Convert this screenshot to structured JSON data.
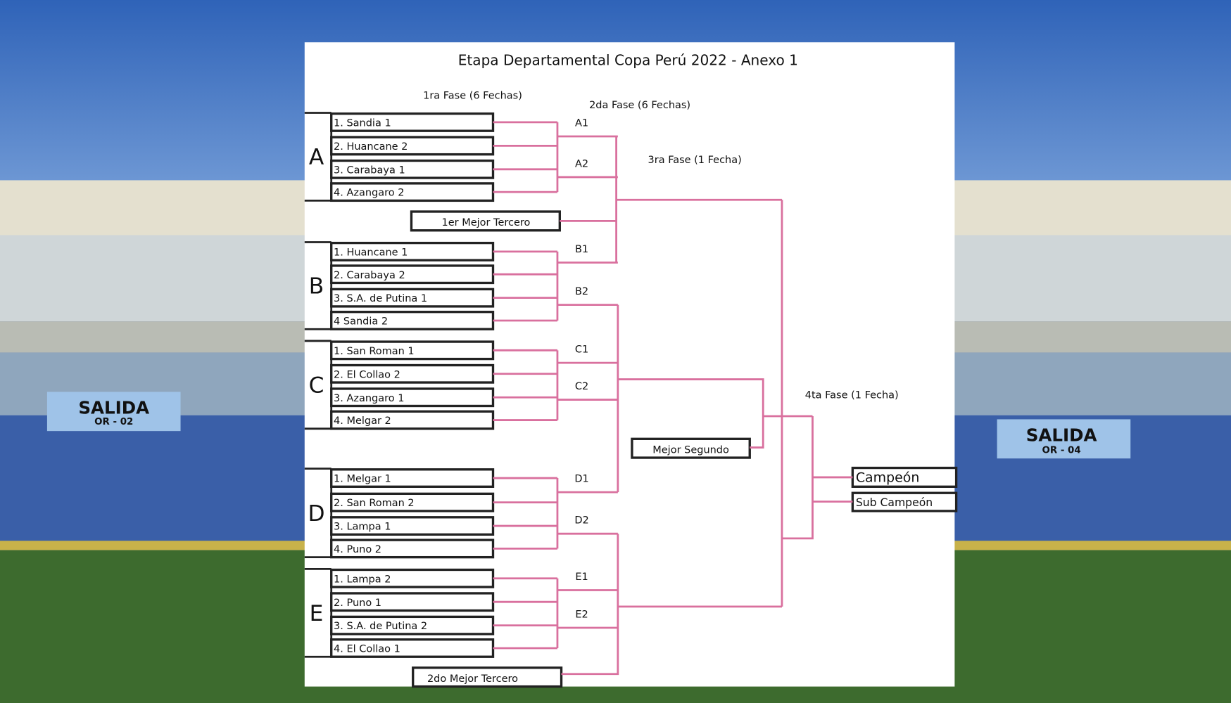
{
  "title": "Etapa Departamental Copa Perú 2022 - Anexo 1",
  "phases": {
    "phase1": "1ra Fase (6 Fechas)",
    "phase2": "2da Fase (6 Fechas)",
    "phase3": "3ra Fase (1 Fecha)",
    "phase4": "4ta Fase (1 Fecha)"
  },
  "groups": [
    {
      "letter": "A",
      "teams": [
        "1. Sandia 1",
        "2. Huancane 2",
        "3. Carabaya 1",
        "4. Azangaro 2"
      ],
      "slots": [
        "A1",
        "A2"
      ]
    },
    {
      "letter": "B",
      "teams": [
        "1. Huancane 1",
        "2. Carabaya 2",
        "3. S.A. de Putina 1",
        "4 Sandia 2"
      ],
      "slots": [
        "B1",
        "B2"
      ]
    },
    {
      "letter": "C",
      "teams": [
        "1. San Roman 1",
        "2. El Collao 2",
        "3. Azangaro 1",
        "4. Melgar 2"
      ],
      "slots": [
        "C1",
        "C2"
      ]
    },
    {
      "letter": "D",
      "teams": [
        "1. Melgar 1",
        "2. San Roman 2",
        "3. Lampa 1",
        "4. Puno 2"
      ],
      "slots": [
        "D1",
        "D2"
      ]
    },
    {
      "letter": "E",
      "teams": [
        "1. Lampa 2",
        "2. Puno 1",
        "3. S.A. de Putina 2",
        "4. El Collao 1"
      ],
      "slots": [
        "E1",
        "E2"
      ]
    }
  ],
  "extras": {
    "first_best_third": "1er Mejor Tercero",
    "second_best_third": "2do Mejor Tercero",
    "best_second": "Mejor Segundo",
    "champion": "Campeón",
    "runner_up": "Sub Campeón"
  },
  "background": {
    "sign_left": "SALIDA",
    "sign_left_code": "OR - 02",
    "sign_right": "SALIDA",
    "sign_right_code": "OR - 04"
  },
  "colors": {
    "bracket_line": "#d9709e",
    "sky": "#3f73c4",
    "pitch": "#3d6b2e"
  }
}
